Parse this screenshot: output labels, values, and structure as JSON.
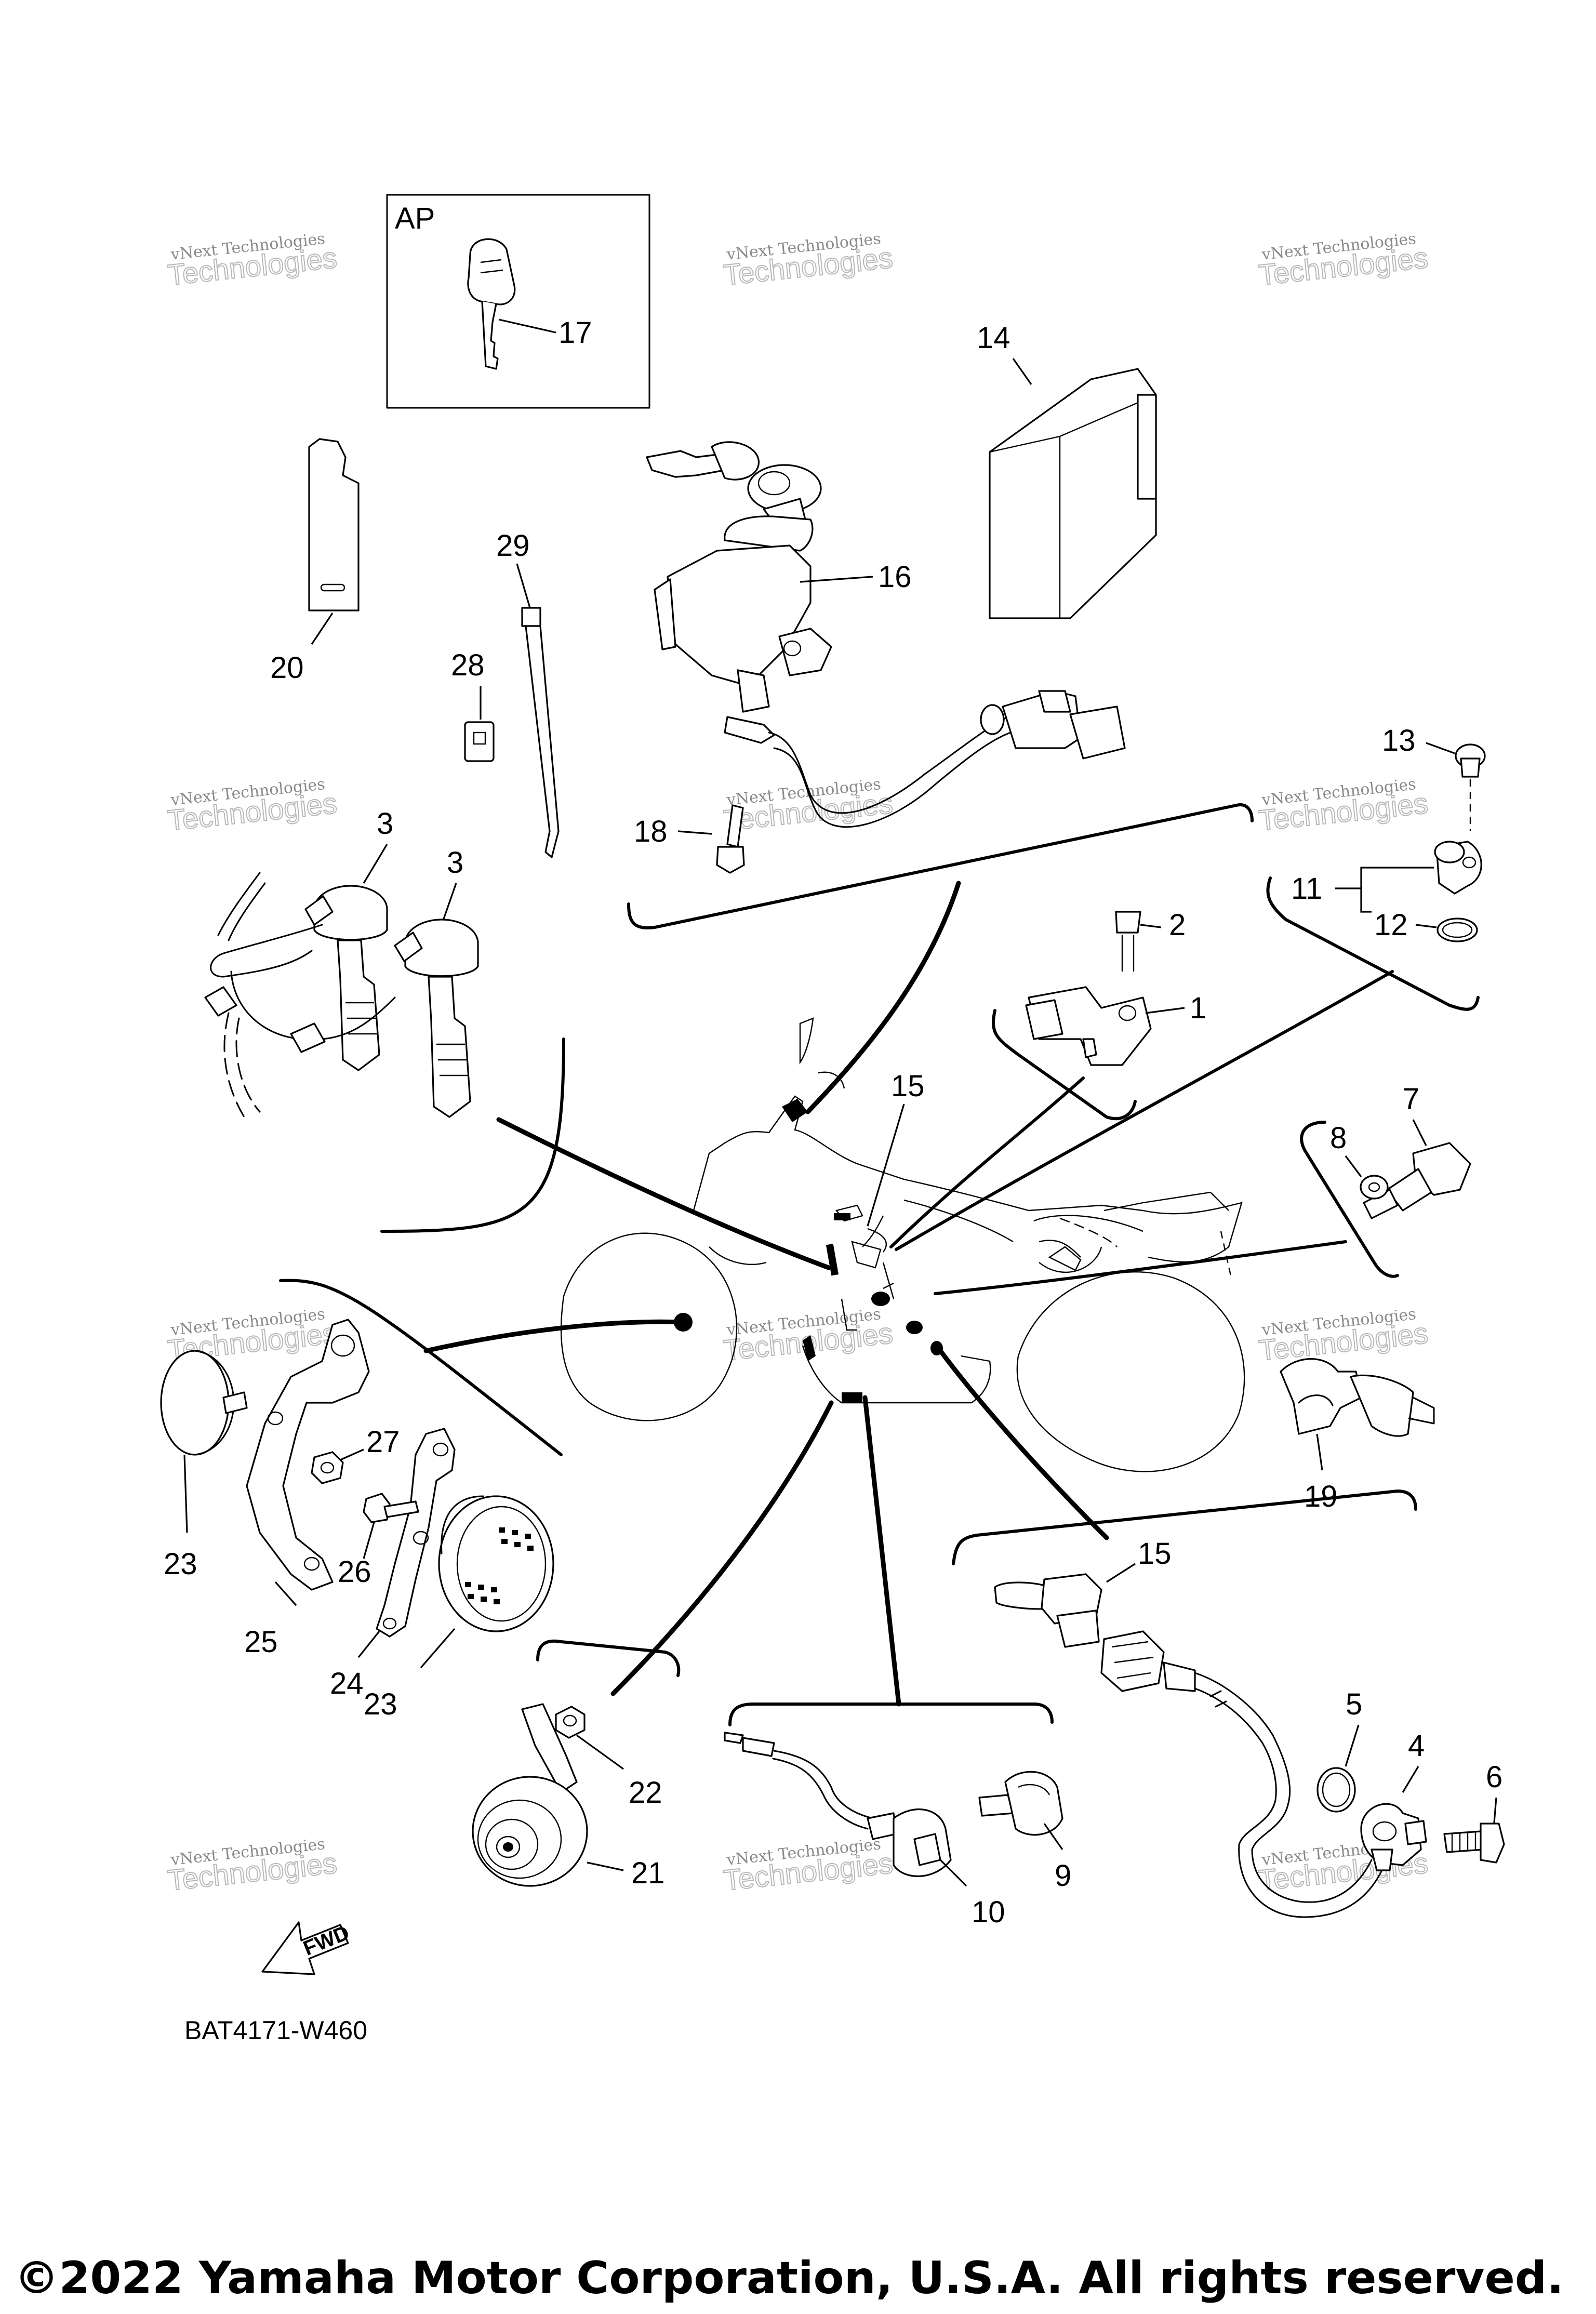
{
  "diagram": {
    "kit_label": "AP",
    "figure_code": "BAT4171-W460",
    "fwd_label": "FWD",
    "watermark": {
      "line1": "vNext Technologies",
      "line2": "Technologies"
    },
    "callouts": {
      "c1": "1",
      "c2": "2",
      "c3a": "3",
      "c3b": "3",
      "c4": "4",
      "c5": "5",
      "c6": "6",
      "c7": "7",
      "c8": "8",
      "c9": "9",
      "c10": "10",
      "c11": "11",
      "c12": "12",
      "c13": "13",
      "c14": "14",
      "c15a": "15",
      "c15b": "15",
      "c16": "16",
      "c17": "17",
      "c18": "18",
      "c19": "19",
      "c20": "20",
      "c21": "21",
      "c22": "22",
      "c23a": "23",
      "c23b": "23",
      "c24": "24",
      "c25": "25",
      "c26": "26",
      "c27": "27",
      "c28": "28",
      "c29": "29"
    }
  },
  "footer": {
    "copyright": "©2022 Yamaha Motor Corporation, U.S.A. All rights reserved."
  }
}
